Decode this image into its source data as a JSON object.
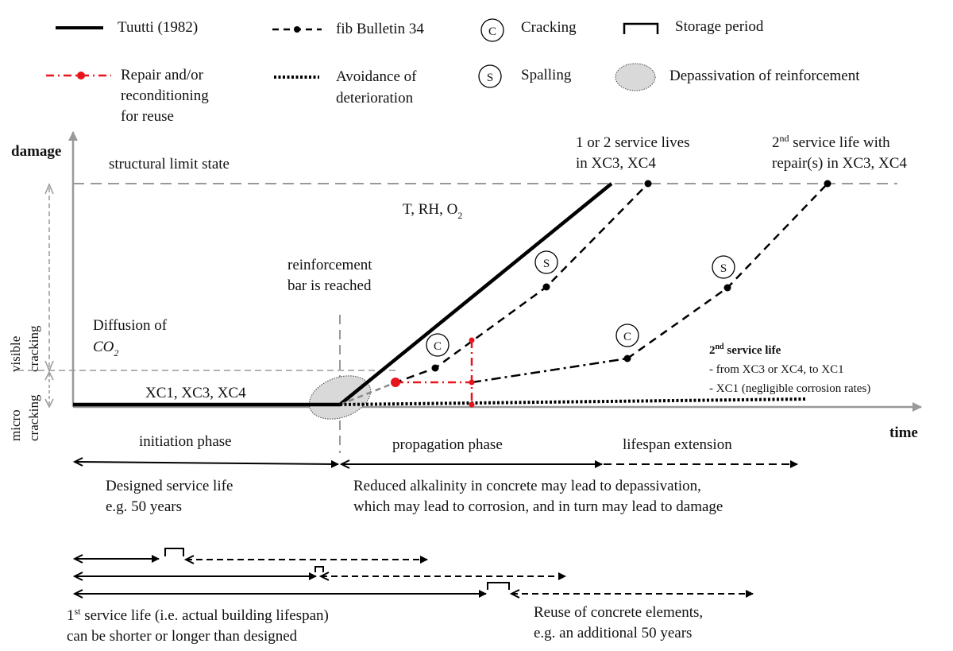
{
  "legend": {
    "tuutti": "Tuutti (1982)",
    "fib": "fib Bulletin 34",
    "cracking_symbol": "C",
    "cracking": "Cracking",
    "storage": "Storage period",
    "repair_1": "Repair and/or",
    "repair_2": "reconditioning",
    "repair_3": "for reuse",
    "avoid_1": "Avoidance of",
    "avoid_2": "deterioration",
    "spalling_symbol": "S",
    "spalling": "Spalling",
    "depass": "Depassivation of reinforcement"
  },
  "axes": {
    "y_label": "damage",
    "x_label": "time",
    "visible_1": "visible",
    "visible_2": "cracking",
    "micro_1": "micro",
    "micro_2": "cracking"
  },
  "labels": {
    "limit_state": "structural limit state",
    "env_t_rh_o": "T, RH, O",
    "env_sub": "2",
    "reinf_1": "reinforcement",
    "reinf_2": "bar is reached",
    "diffusion": "Diffusion of",
    "co": "CO",
    "co_sub": "2",
    "exposure": "XC1, XC3, XC4",
    "lives_1": "1 or 2 service lives",
    "lives_2": "in XC3, XC4",
    "second_num": "2",
    "second_sup": "nd",
    "second_rest": " service life with",
    "second_2": "repair(s) in XC3, XC4",
    "note_num": "2",
    "note_sup": "nd",
    "note_rest": " service life",
    "note_2": "- from XC3 or XC4, to XC1",
    "note_3": "- XC1 (negligible corrosion rates)",
    "c_mark": "C",
    "s_mark": "S"
  },
  "phases": {
    "initiation": "initiation phase",
    "propagation": "propagation phase",
    "extension": "lifespan extension",
    "designed_1": "Designed service life",
    "designed_2": "e.g. 50 years",
    "reduced_1": "Reduced alkalinity in concrete may lead to depassivation,",
    "reduced_2": "which may lead to corrosion, and in turn may lead to damage"
  },
  "bottom": {
    "first_num": "1",
    "first_sup": "st",
    "first_rest": " service life (i.e. actual building lifespan)",
    "first_2": "can be shorter or longer than designed",
    "reuse_1": "Reuse of concrete elements,",
    "reuse_2": "e.g. an additional 50 years"
  },
  "colors": {
    "axis": "#999999",
    "ink": "#000000",
    "repair": "#e8141b",
    "ellipse_fill": "#d9d9d9"
  }
}
